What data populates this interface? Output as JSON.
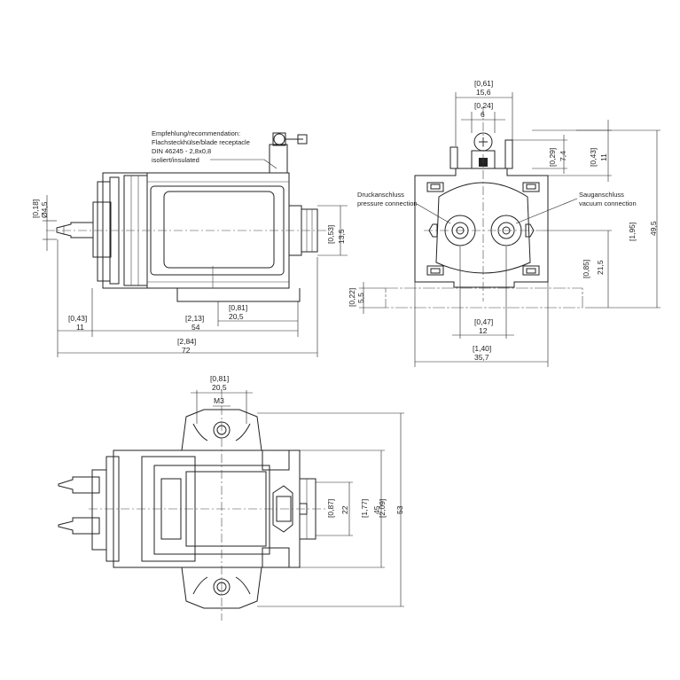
{
  "side_view": {
    "note_line1": "Empfehlung/recommendation:",
    "note_line2": "Flachsteckhülse/blade receptacle",
    "note_line3": "DIN 46245 - 2,8x0,8",
    "note_line4": "isoliert/insulated",
    "dim_018": "[0,18]",
    "dim_d45": "Ø4,5",
    "dim_053": "[0,53]",
    "dim_135": "13,5",
    "dim_081": "[0,81]",
    "dim_205": "20,5",
    "dim_213": "[2,13]",
    "dim_54": "54",
    "dim_043": "[0,43]",
    "dim_11": "11",
    "dim_284": "[2,84]",
    "dim_72": "72"
  },
  "front_view": {
    "dim_061": "[0,61]",
    "dim_156": "15,6",
    "dim_024": "[0,24]",
    "dim_6": "6",
    "dim_029": "[0,29]",
    "dim_74": "7,4",
    "dim_043": "[0,43]",
    "dim_11": "11",
    "dim_195": "[1,95]",
    "dim_495": "49,5",
    "dim_085": "[0,85]",
    "dim_215": "21,5",
    "dim_022": "[0,22]",
    "dim_55": "5,5",
    "dim_047": "[0,47]",
    "dim_12": "12",
    "dim_140": "[1,40]",
    "dim_357": "35,7",
    "pressure_de": "Druckanschluss",
    "pressure_en": "pressure connection",
    "vacuum_de": "Sauganschluss",
    "vacuum_en": "vacuum connection"
  },
  "top_view": {
    "dim_081": "[0,81]",
    "dim_205": "20,5",
    "dim_m3": "M3",
    "dim_087": "[0,87]",
    "dim_22": "22",
    "dim_177": "[1,77]",
    "dim_45": "45",
    "dim_209": "[2,09]",
    "dim_53": "53"
  }
}
